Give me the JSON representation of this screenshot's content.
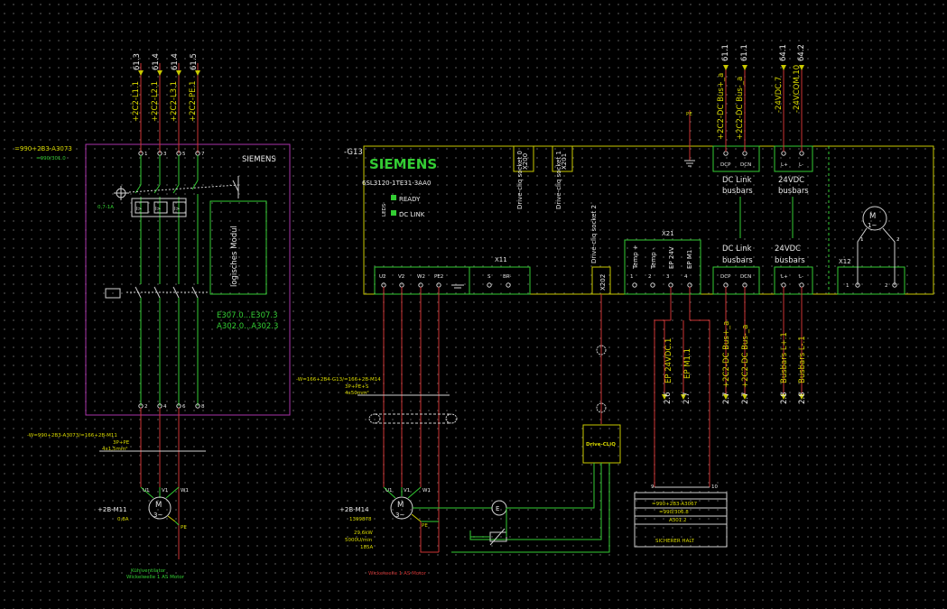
{
  "left_unit": {
    "ref": "=990+2B3-A3073",
    "page_ref": "=990/301.0",
    "brand": "SIEMENS",
    "terminals_top": [
      "1",
      "3",
      "5",
      "7"
    ],
    "terminals_bottom": [
      "2",
      "4",
      "6",
      "8"
    ],
    "setting": "0,7-1A",
    "module_label": "logisches Modul",
    "io_range_1": "E307.0...E307.3",
    "io_range_2": "A302.0...A302.3",
    "wires_top": [
      "+2C2-L1.1",
      "+2C2-L2.1",
      "+2C2-L3.1",
      "+2C2-PE.1"
    ],
    "refs_top": [
      "61.3",
      "61.4",
      "61.4",
      "61.5"
    ],
    "cable": "-W=990+2B3-A3073/=166+2B-M11",
    "cable_spec_1": "3P+PE",
    "cable_spec_2": "4x1,5mm²",
    "motor_ref": "+2B-M11",
    "motor_power": "0,8A",
    "motor_desc_1": "Kühlventilator",
    "motor_desc_2": "Wickelwelle 1 AS Motor",
    "motor_terms": [
      "U1",
      "V1",
      "W1"
    ],
    "motor_pe": "PE",
    "motor_symbol": "M",
    "motor_phase": "3~"
  },
  "drive": {
    "ref": "-G13",
    "brand": "SIEMENS",
    "part": "6SL3120-1TE31-3AA0",
    "leds_label": "LEDS",
    "led_ready": "READY",
    "led_dclink": "DC LINK",
    "x200": "X200",
    "x201": "X201",
    "x202": "X202",
    "driveclick_0": "Drive-cliq socket 0",
    "driveclick_1": "Drive-cliq socket 1",
    "driveclick_2": "Drive-cliq socket 2",
    "x11": "X11",
    "x11_terms": [
      "U2",
      "V2",
      "W2",
      "PE2",
      "S",
      "BR-"
    ],
    "x21": "X21",
    "x21_labels": [
      "Temp +",
      "Temp -",
      "EP 24V",
      "EP M1"
    ],
    "x21_nums": [
      "1",
      "2",
      "3",
      "4"
    ],
    "dc_link_top": "DC Link busbars",
    "dc_link_bottom": "DC Link busbars",
    "vdc_top": "24VDC busbars",
    "vdc_bottom": "24VDC busbars",
    "dcp": "DCP",
    "dcn": "DCN",
    "lplus": "L+",
    "lminus": "L-",
    "x12": "X12",
    "x12_terms": [
      "1",
      "2"
    ],
    "fan_motor": "M",
    "fan_phase": "1~",
    "fan_terms": [
      "1",
      "2"
    ]
  },
  "top_wires": [
    {
      "label": "+2C2-DC Bus+_a",
      "ref": "61.1"
    },
    {
      "label": "+2C2-DC Bus-_a",
      "ref": "61.1"
    },
    {
      "label": "-24VDC.7",
      "ref": "64.1"
    },
    {
      "label": "-24VCOM.10",
      "ref": "64.2"
    }
  ],
  "pe_label": "PE",
  "bottom_wires": [
    {
      "label": "EP 24VDC.1",
      "ref": "2.6"
    },
    {
      "label": "EP M1.1",
      "ref": "2.7"
    },
    {
      "label": "+2C2-DC Bus+_a",
      "ref": "2.7"
    },
    {
      "label": "+2C2-DC Bus-_a",
      "ref": "2.7"
    },
    {
      "label": "Busbars L+.1",
      "ref": "2.8"
    },
    {
      "label": "Busbars L-.1",
      "ref": "2.8"
    }
  ],
  "main_cable": {
    "ref": "-W=166+2B4-G13/=166+2B-M14",
    "spec_1": "3P+PE+S",
    "spec_2": "4x50mm²"
  },
  "main_motor": {
    "ref": "+2B-M14",
    "part": "1399878",
    "power": "29,6kW",
    "speed": "5000U/min",
    "current": "185A",
    "desc": "Wickelwelle 1 AS Motor",
    "terms": [
      "U1",
      "V1",
      "W1"
    ],
    "pe": "PE",
    "symbol": "M",
    "phase": "3~",
    "encoder": "E"
  },
  "drive_cliq_box": "Drive-CLiQ",
  "safety": {
    "term_left": "9",
    "term_right": "10",
    "ref": "=990+2B3-A3067",
    "page": "=990/306.8",
    "addr": "A301.2",
    "label": "SICHERER HALT"
  }
}
